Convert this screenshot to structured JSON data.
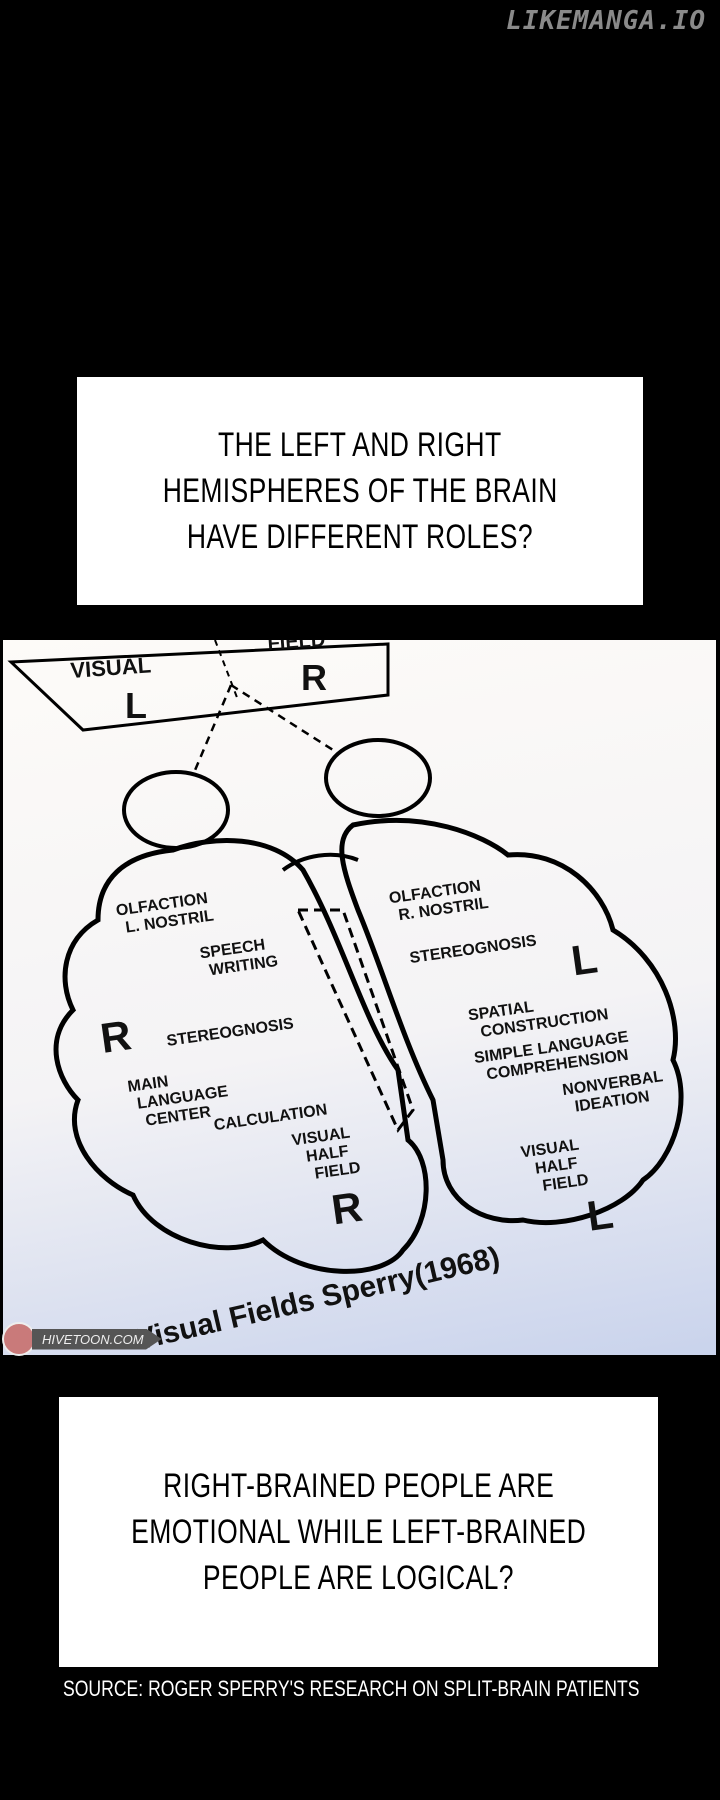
{
  "watermark": "LIKEMANGA.IO",
  "caption1": {
    "lines": [
      "THE LEFT AND RIGHT",
      "HEMISPHERES OF THE BRAIN",
      "HAVE DIFFERENT ROLES?"
    ]
  },
  "diagram": {
    "field_visual": "VISUAL",
    "field_word": "FIELD",
    "field_left": "L",
    "field_right": "R",
    "left_brain": {
      "olfaction": [
        "OLFACTION",
        "L. NOSTRIL"
      ],
      "speech": [
        "SPEECH",
        "WRITING"
      ],
      "big_letter": "R",
      "stereognosis": "STEREOGNOSIS",
      "language": [
        "MAIN",
        "LANGUAGE",
        "CENTER"
      ],
      "calculation": "CALCULATION",
      "visual": [
        "VISUAL",
        "HALF",
        "FIELD"
      ],
      "bottom_letter": "R"
    },
    "right_brain": {
      "olfaction": [
        "OLFACTION",
        "R. NOSTRIL"
      ],
      "stereognosis": "STEREOGNOSIS",
      "big_letter": "L",
      "spatial": [
        "SPATIAL",
        "CONSTRUCTION"
      ],
      "simple": [
        "SIMPLE LANGUAGE",
        "COMPREHENSION"
      ],
      "nonverbal": [
        "NONVERBAL",
        "IDEATION"
      ],
      "visual": [
        "VISUAL",
        "HALF",
        "FIELD"
      ],
      "bottom_letter": "L"
    },
    "caption": "Visual Fields Sperry(1968)",
    "credit": "HIVETOON.COM"
  },
  "caption2": {
    "lines": [
      "RIGHT-BRAINED PEOPLE ARE",
      "EMOTIONAL WHILE LEFT-BRAINED",
      "PEOPLE ARE LOGICAL?"
    ]
  },
  "source": "SOURCE: ROGER SPERRY'S RESEARCH ON SPLIT-BRAIN PATIENTS"
}
